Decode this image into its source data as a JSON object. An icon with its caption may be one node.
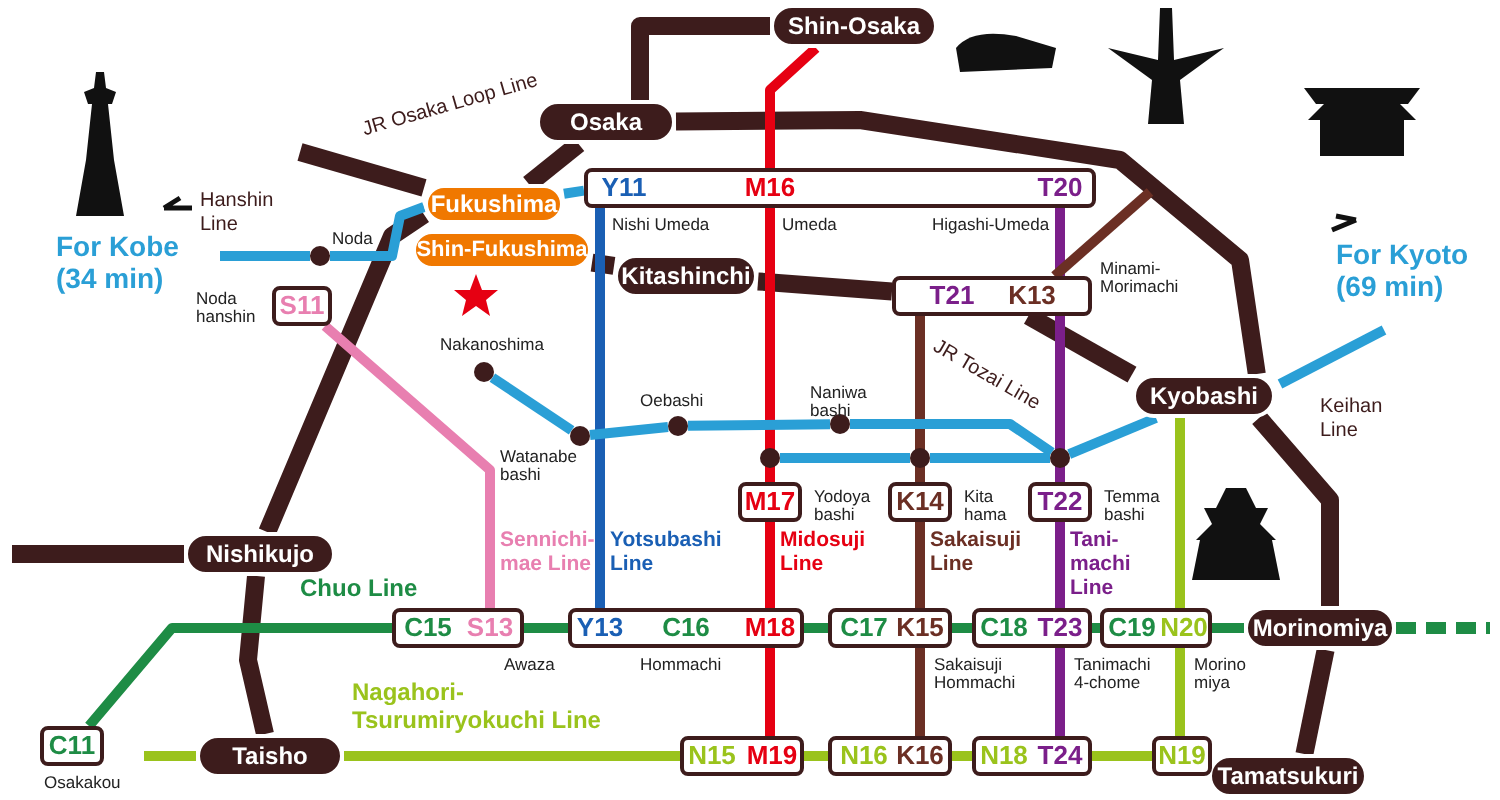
{
  "diagram": {
    "nodes": [
      {
        "text": [
          "Shin-Osaka"
        ]
      },
      {
        "text": [
          "Osaka"
        ]
      },
      {
        "text": [
          "Fukushima"
        ]
      },
      {
        "text": [
          "Shin-Fukushima"
        ]
      },
      {
        "text": [
          "Kitashinchi"
        ]
      },
      {
        "text": [
          "Kyobashi"
        ]
      },
      {
        "text": [
          "Nishikujo"
        ]
      },
      {
        "text": [
          "Morinomiya"
        ]
      },
      {
        "text": [
          "Taisho"
        ]
      },
      {
        "text": [
          "Tamatsukuri"
        ]
      },
      {
        "text": [
          "Y11",
          "M16",
          "T20"
        ],
        "beside": [
          "Nishi Umeda",
          "Umeda",
          "Higashi-Umeda"
        ]
      },
      {
        "text": [
          "T21",
          "K13"
        ],
        "beside": [
          "Minami-Morimachi"
        ]
      },
      {
        "text": [
          "S11"
        ],
        "beside": [
          "Noda hanshin"
        ]
      },
      {
        "text": [
          "M17"
        ],
        "beside": [
          "Yodoya bashi"
        ]
      },
      {
        "text": [
          "K14"
        ],
        "beside": [
          "Kita hama"
        ]
      },
      {
        "text": [
          "T22"
        ],
        "beside": [
          "Temma bashi"
        ]
      },
      {
        "text": [
          "C15",
          "S13"
        ],
        "beside": [
          "Awaza"
        ]
      },
      {
        "text": [
          "Y13",
          "C16",
          "M18"
        ],
        "beside": [
          "Hommachi"
        ]
      },
      {
        "text": [
          "C17",
          "K15"
        ],
        "beside": [
          "Sakaisuji Hommachi"
        ]
      },
      {
        "text": [
          "C18",
          "T23"
        ],
        "beside": [
          "Tanimachi 4-chome"
        ]
      },
      {
        "text": [
          "C19",
          "N20"
        ],
        "beside": [
          "Morino miya"
        ]
      },
      {
        "text": [
          "C11"
        ],
        "beside": [
          "Osakakou"
        ]
      },
      {
        "text": [
          "N15",
          "M19"
        ]
      },
      {
        "text": [
          "N16",
          "K16"
        ]
      },
      {
        "text": [
          "N18",
          "T24"
        ]
      },
      {
        "text": [
          "N19"
        ]
      },
      {
        "text": [],
        "shape": "circle",
        "beside": [
          "Noda"
        ]
      },
      {
        "text": [],
        "shape": "circle",
        "beside": [
          "Nakanoshima"
        ]
      },
      {
        "text": [],
        "shape": "circle",
        "beside": [
          "Watanabe bashi"
        ]
      },
      {
        "text": [],
        "shape": "circle",
        "beside": [
          "Oebashi"
        ]
      },
      {
        "text": [],
        "shape": "circle",
        "beside": [
          "Naniwa bashi"
        ]
      },
      {
        "text": [],
        "shape": "circle"
      },
      {
        "text": [],
        "shape": "circle"
      },
      {
        "text": [],
        "shape": "circle"
      }
    ],
    "edges": [
      {
        "from": 0,
        "to": 1,
        "arrow": "none",
        "style": "thick",
        "color": "#3d1c1c"
      },
      {
        "from": 1,
        "to": 2,
        "arrow": "none",
        "style": "thick",
        "color": "#3d1c1c"
      },
      {
        "from": 2,
        "to": 6,
        "arrow": "none",
        "style": "thick",
        "color": "#3d1c1c"
      },
      {
        "from": 6,
        "to": 8,
        "arrow": "none",
        "style": "thick",
        "color": "#3d1c1c"
      },
      {
        "from": 1,
        "to": 5,
        "arrow": "none",
        "style": "thick",
        "color": "#3d1c1c"
      },
      {
        "from": 5,
        "to": 7,
        "arrow": "none",
        "style": "thick",
        "color": "#3d1c1c"
      },
      {
        "from": 7,
        "to": 9,
        "arrow": "none",
        "style": "thick",
        "color": "#3d1c1c"
      },
      {
        "from": null,
        "to": 2,
        "arrow": "none",
        "style": "thick",
        "color": "#3d1c1c"
      },
      {
        "from": null,
        "to": 6,
        "arrow": "none",
        "style": "thick",
        "color": "#3d1c1c"
      },
      {
        "from": 4,
        "to": 3,
        "arrow": "none",
        "style": "thick",
        "color": "#3d1c1c"
      },
      {
        "from": 4,
        "to": 11,
        "arrow": "none",
        "style": "thick",
        "color": "#3d1c1c"
      },
      {
        "from": 11,
        "to": 5,
        "arrow": "none",
        "style": "thick",
        "color": "#3d1c1c"
      },
      {
        "from": 0,
        "to": 10,
        "arrow": "none",
        "color": "#e60012"
      },
      {
        "from": 10,
        "to": 13,
        "arrow": "none",
        "color": "#e60012"
      },
      {
        "from": 13,
        "to": 17,
        "arrow": "none",
        "color": "#e60012"
      },
      {
        "from": 17,
        "to": 22,
        "arrow": "none",
        "color": "#e60012"
      },
      {
        "from": 10,
        "to": 11,
        "arrow": "none",
        "color": "#7b1f8a"
      },
      {
        "from": 11,
        "to": 15,
        "arrow": "none",
        "color": "#7b1f8a"
      },
      {
        "from": 15,
        "to": 19,
        "arrow": "none",
        "color": "#7b1f8a"
      },
      {
        "from": 19,
        "to": 24,
        "arrow": "none",
        "color": "#7b1f8a"
      },
      {
        "from": 11,
        "to": null,
        "arrow": "none",
        "color": "#6b2f24"
      },
      {
        "from": 11,
        "to": 14,
        "arrow": "none",
        "color": "#6b2f24"
      },
      {
        "from": 14,
        "to": 18,
        "arrow": "none",
        "color": "#6b2f24"
      },
      {
        "from": 18,
        "to": 23,
        "arrow": "none",
        "color": "#6b2f24"
      },
      {
        "from": 10,
        "to": 17,
        "arrow": "none",
        "color": "#1a5fb4"
      },
      {
        "from": 12,
        "to": 16,
        "arrow": "none",
        "color": "#e87fb0"
      },
      {
        "from": 21,
        "to": 16,
        "arrow": "none",
        "color": "#1e8c45"
      },
      {
        "from": 16,
        "to": 17,
        "arrow": "none",
        "color": "#1e8c45"
      },
      {
        "from": 17,
        "to": 18,
        "arrow": "none",
        "color": "#1e8c45"
      },
      {
        "from": 18,
        "to": 19,
        "arrow": "none",
        "color": "#1e8c45"
      },
      {
        "from": 19,
        "to": 20,
        "arrow": "none",
        "color": "#1e8c45"
      },
      {
        "from": 20,
        "to": 7,
        "arrow": "none",
        "color": "#1e8c45"
      },
      {
        "from": 7,
        "to": null,
        "arrow": "none",
        "style": "dashed",
        "color": "#1e8c45"
      },
      {
        "from": null,
        "to": 8,
        "arrow": "none",
        "color": "#9ac31c"
      },
      {
        "from": 8,
        "to": 22,
        "arrow": "none",
        "color": "#9ac31c"
      },
      {
        "from": 22,
        "to": 23,
        "arrow": "none",
        "color": "#9ac31c"
      },
      {
        "from": 23,
        "to": 24,
        "arrow": "none",
        "color": "#9ac31c"
      },
      {
        "from": 24,
        "to": 25,
        "arrow": "none",
        "color": "#9ac31c"
      },
      {
        "from": 25,
        "to": 20,
        "arrow": "none",
        "color": "#9ac31c"
      },
      {
        "from": 20,
        "to": 5,
        "arrow": "none",
        "color": "#9ac31c"
      },
      {
        "from": null,
        "to": 26,
        "arrow": "none",
        "color": "#2a9fd6"
      },
      {
        "from": 26,
        "to": 2,
        "arrow": "none",
        "color": "#2a9fd6"
      },
      {
        "from": 2,
        "to": 10,
        "arrow": "none",
        "color": "#2a9fd6"
      },
      {
        "from": 27,
        "to": 28,
        "arrow": "none",
        "color": "#2a9fd6"
      },
      {
        "from": 28,
        "to": 29,
        "arrow": "none",
        "color": "#2a9fd6"
      },
      {
        "from": 29,
        "to": 30,
        "arrow": "none",
        "color": "#2a9fd6"
      },
      {
        "from": 30,
        "to": 33,
        "arrow": "none",
        "color": "#2a9fd6"
      },
      {
        "from": 31,
        "to": 32,
        "arrow": "none",
        "color": "#2a9fd6"
      },
      {
        "from": 32,
        "to": 33,
        "arrow": "none",
        "color": "#2a9fd6"
      },
      {
        "from": 33,
        "to": 5,
        "arrow": "none",
        "color": "#2a9fd6"
      },
      {
        "from": 5,
        "to": null,
        "arrow": "none",
        "color": "#2a9fd6"
      }
    ],
    "labels": [
      "JR Osaka Loop Line",
      "Hanshin Line",
      "For Kobe (34 min)",
      "Keihan Line",
      "For Kyoto (69 min)",
      "JR Tozai Line",
      "Sennichi-mae Line",
      "Yotsubashi Line",
      "Midosuji Line",
      "Sakaisuji Line",
      "Tani-machi Line",
      "Chuo Line",
      "Nagahori-Tsurumiryokuchi Line"
    ]
  }
}
